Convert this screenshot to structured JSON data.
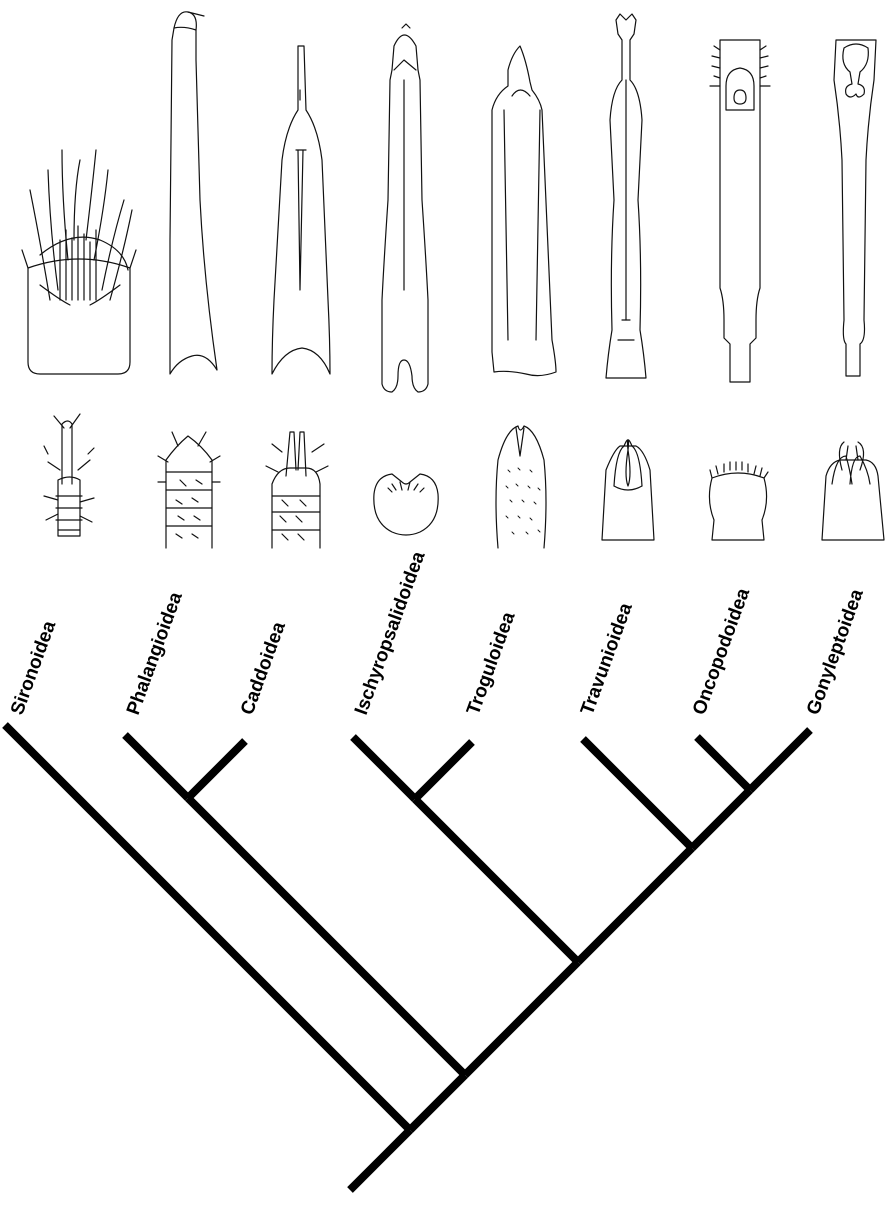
{
  "cladogram": {
    "taxa": [
      {
        "id": "sironoidea",
        "label": "Sironoidea"
      },
      {
        "id": "phalangioidea",
        "label": "Phalangioidea"
      },
      {
        "id": "caddoidea",
        "label": "Caddoidea"
      },
      {
        "id": "ischyropsalidoidea",
        "label": "Ischyropsalidoidea"
      },
      {
        "id": "troguloidea",
        "label": "Troguloidea"
      },
      {
        "id": "travunioidea",
        "label": "Travunioidea"
      },
      {
        "id": "oncopodoidea",
        "label": "Oncopodoidea"
      },
      {
        "id": "gonyleptoidea",
        "label": "Gonyleptoidea"
      }
    ],
    "topology": "(Sironoidea,((Phalangioidea,Caddoidea),((Ischyropsalidoidea,Troguloidea),(Travunioidea,(Oncopodoidea,Gonyleptoidea)))))",
    "line_color": "#000000"
  },
  "illustrations": {
    "top_row_icons": [
      "genitalia-sironoidea-icon",
      "penis-phalangioidea-icon",
      "penis-caddoidea-icon",
      "penis-ischyropsalidoidea-icon",
      "penis-troguloidea-icon",
      "penis-travunioidea-icon",
      "penis-oncopodoidea-icon",
      "penis-gonyleptoidea-icon"
    ],
    "bottom_row_icons": [
      "ovipositor-sironoidea-icon",
      "ovipositor-phalangioidea-icon",
      "ovipositor-caddoidea-icon",
      "ovipositor-ischyropsalidoidea-icon",
      "ovipositor-troguloidea-icon",
      "ovipositor-travunioidea-icon",
      "ovipositor-oncopodoidea-icon",
      "ovipositor-gonyleptoidea-icon"
    ]
  }
}
